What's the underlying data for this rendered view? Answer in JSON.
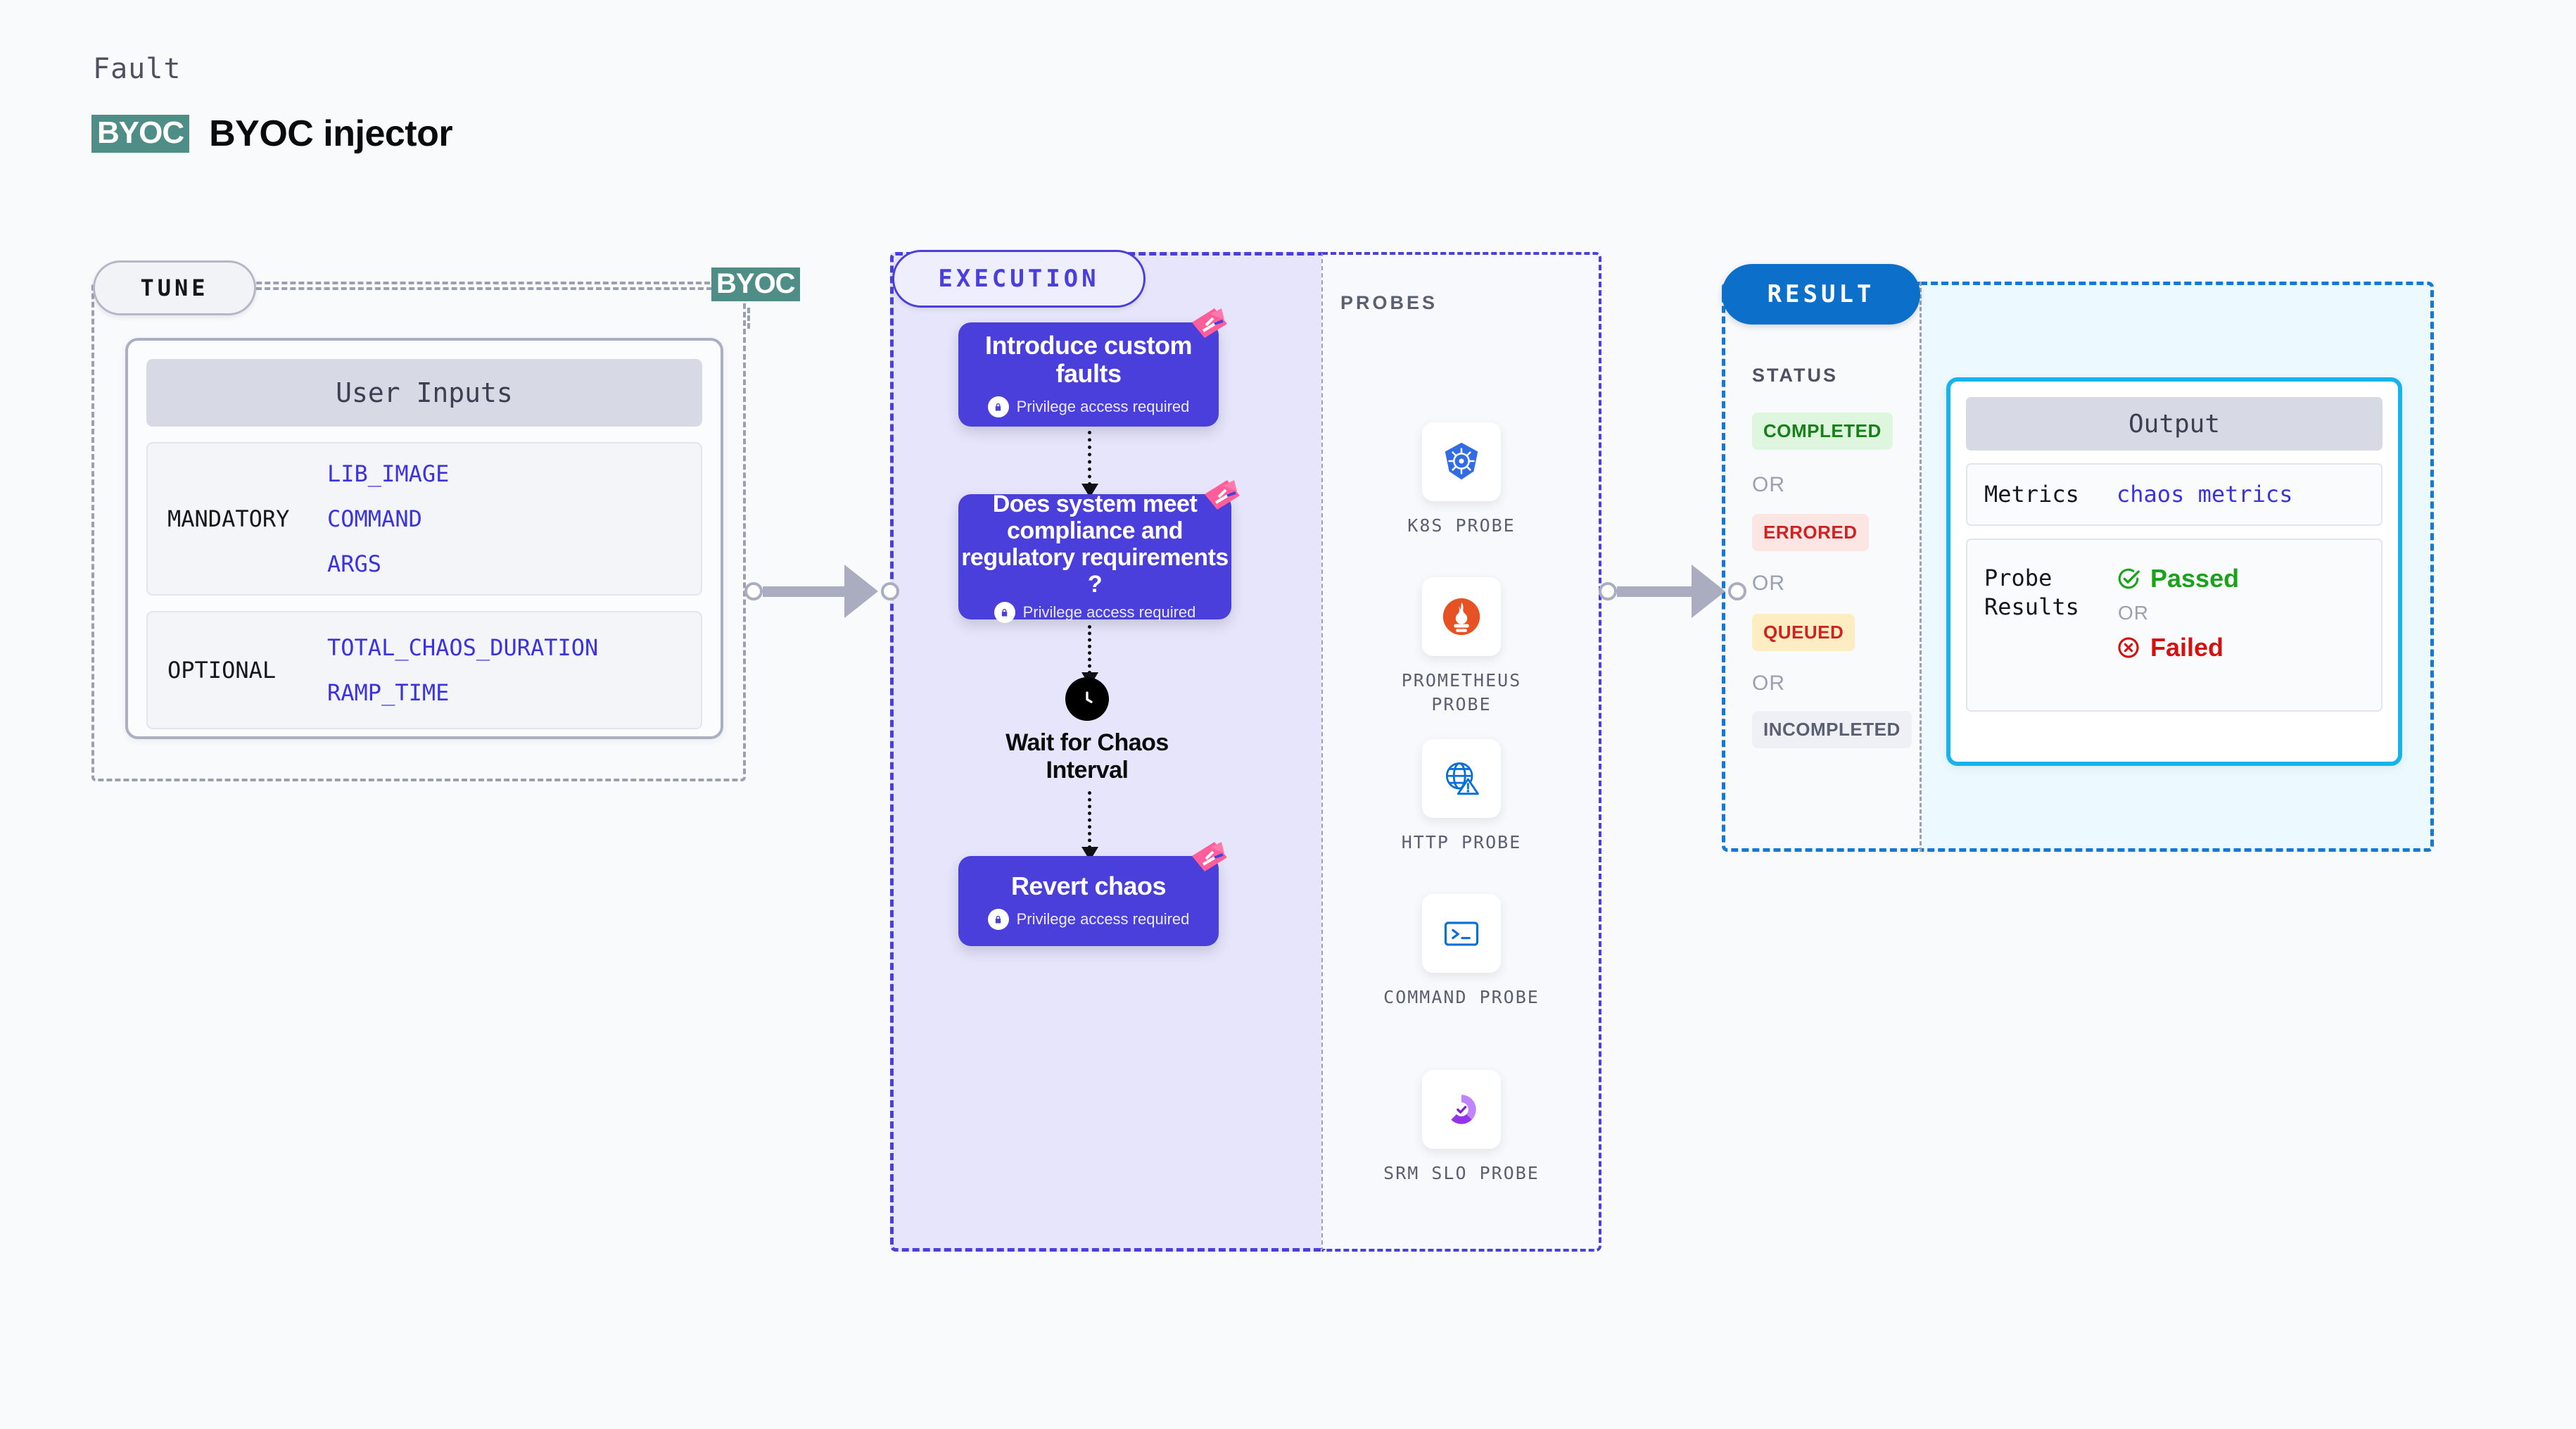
{
  "header": {
    "eyebrow": "Fault",
    "badge": "BYOC",
    "title": "BYOC injector"
  },
  "tune": {
    "pill_label": "TUNE",
    "byoc_tag": "BYOC",
    "card_header": "User Inputs",
    "groups": [
      {
        "label": "MANDATORY",
        "items": [
          "LIB_IMAGE",
          "COMMAND",
          "ARGS"
        ]
      },
      {
        "label": "OPTIONAL",
        "items": [
          "TOTAL_CHAOS_DURATION",
          "RAMP_TIME"
        ]
      }
    ]
  },
  "execution": {
    "pill_label": "EXECUTION",
    "privilege_note": "Privilege access required",
    "steps": [
      {
        "title": "Introduce custom faults",
        "privileged": true
      },
      {
        "title": "Does system meet compliance and regulatory requirements ?",
        "privileged": true
      },
      {
        "title": "Wait for Chaos Interval",
        "privileged": false
      },
      {
        "title": "Revert chaos",
        "privileged": true
      }
    ]
  },
  "probes": {
    "title": "PROBES",
    "items": [
      {
        "label": "K8S PROBE",
        "icon": "kubernetes-icon"
      },
      {
        "label": "PROMETHEUS PROBE",
        "icon": "prometheus-icon"
      },
      {
        "label": "HTTP PROBE",
        "icon": "globe-warning-icon"
      },
      {
        "label": "COMMAND PROBE",
        "icon": "terminal-icon"
      },
      {
        "label": "SRM SLO PROBE",
        "icon": "slo-check-icon"
      }
    ]
  },
  "result": {
    "pill_label": "RESULT",
    "status_title": "STATUS",
    "or_label": "OR",
    "statuses": [
      {
        "label": "COMPLETED",
        "bg": "#ddf6dd",
        "fg": "#188018"
      },
      {
        "label": "ERRORED",
        "bg": "#fce6e4",
        "fg": "#cf2222"
      },
      {
        "label": "QUEUED",
        "bg": "#fcedc2",
        "fg": "#cf2222"
      },
      {
        "label": "INCOMPLETED",
        "bg": "#eff0f5",
        "fg": "#5a5f72"
      }
    ]
  },
  "output": {
    "card_header": "Output",
    "metrics_label": "Metrics",
    "metrics_value": "chaos metrics",
    "probe_results_label": "Probe Results",
    "or_label": "OR",
    "passed_label": "Passed",
    "failed_label": "Failed"
  },
  "colors": {
    "accent_purple": "#4b3fdb",
    "accent_blue": "#1577d6",
    "accent_cyan": "#15b4ec",
    "byoc_teal": "#4f8d87",
    "harness_pink": "#ff5e9a"
  }
}
